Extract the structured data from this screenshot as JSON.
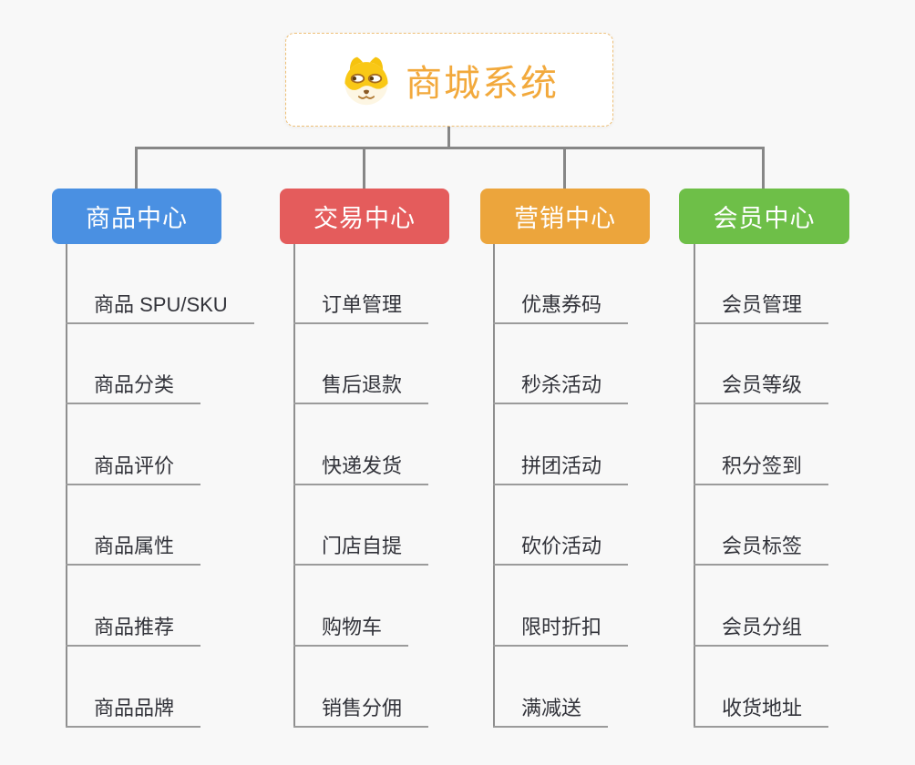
{
  "page": {
    "background_color": "#f8f8f8",
    "connector_color": "#878787"
  },
  "root": {
    "title": "商城系统",
    "title_color": "#F2A93C",
    "border_color": "#eebf76",
    "icon": "doge-face-icon"
  },
  "branches": [
    {
      "label": "商品中心",
      "color": "#4A90E2",
      "children": [
        "商品 SPU/SKU",
        "商品分类",
        "商品评价",
        "商品属性",
        "商品推荐",
        "商品品牌"
      ]
    },
    {
      "label": "交易中心",
      "color": "#E45C5C",
      "children": [
        "订单管理",
        "售后退款",
        "快递发货",
        "门店自提",
        "购物车",
        "销售分佣"
      ]
    },
    {
      "label": "营销中心",
      "color": "#ECA53C",
      "children": [
        "优惠券码",
        "秒杀活动",
        "拼团活动",
        "砍价活动",
        "限时折扣",
        "满减送"
      ]
    },
    {
      "label": "会员中心",
      "color": "#6EBF48",
      "children": [
        "会员管理",
        "会员等级",
        "积分签到",
        "会员标签",
        "会员分组",
        "收货地址"
      ]
    }
  ]
}
